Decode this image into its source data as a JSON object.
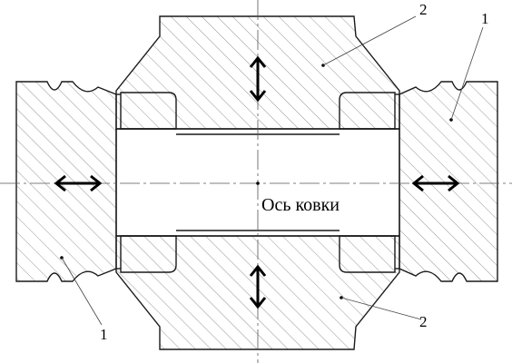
{
  "diagram": {
    "axis_label": "Ось ковки",
    "callouts": [
      {
        "id": "top-right-1",
        "text": "1"
      },
      {
        "id": "top-2",
        "text": "2"
      },
      {
        "id": "bottom-left-1",
        "text": "1"
      },
      {
        "id": "bottom-2",
        "text": "2"
      }
    ],
    "colors": {
      "line": "#1a1a1a",
      "hatch": "#8a8a8a",
      "background": "#ffffff"
    }
  }
}
